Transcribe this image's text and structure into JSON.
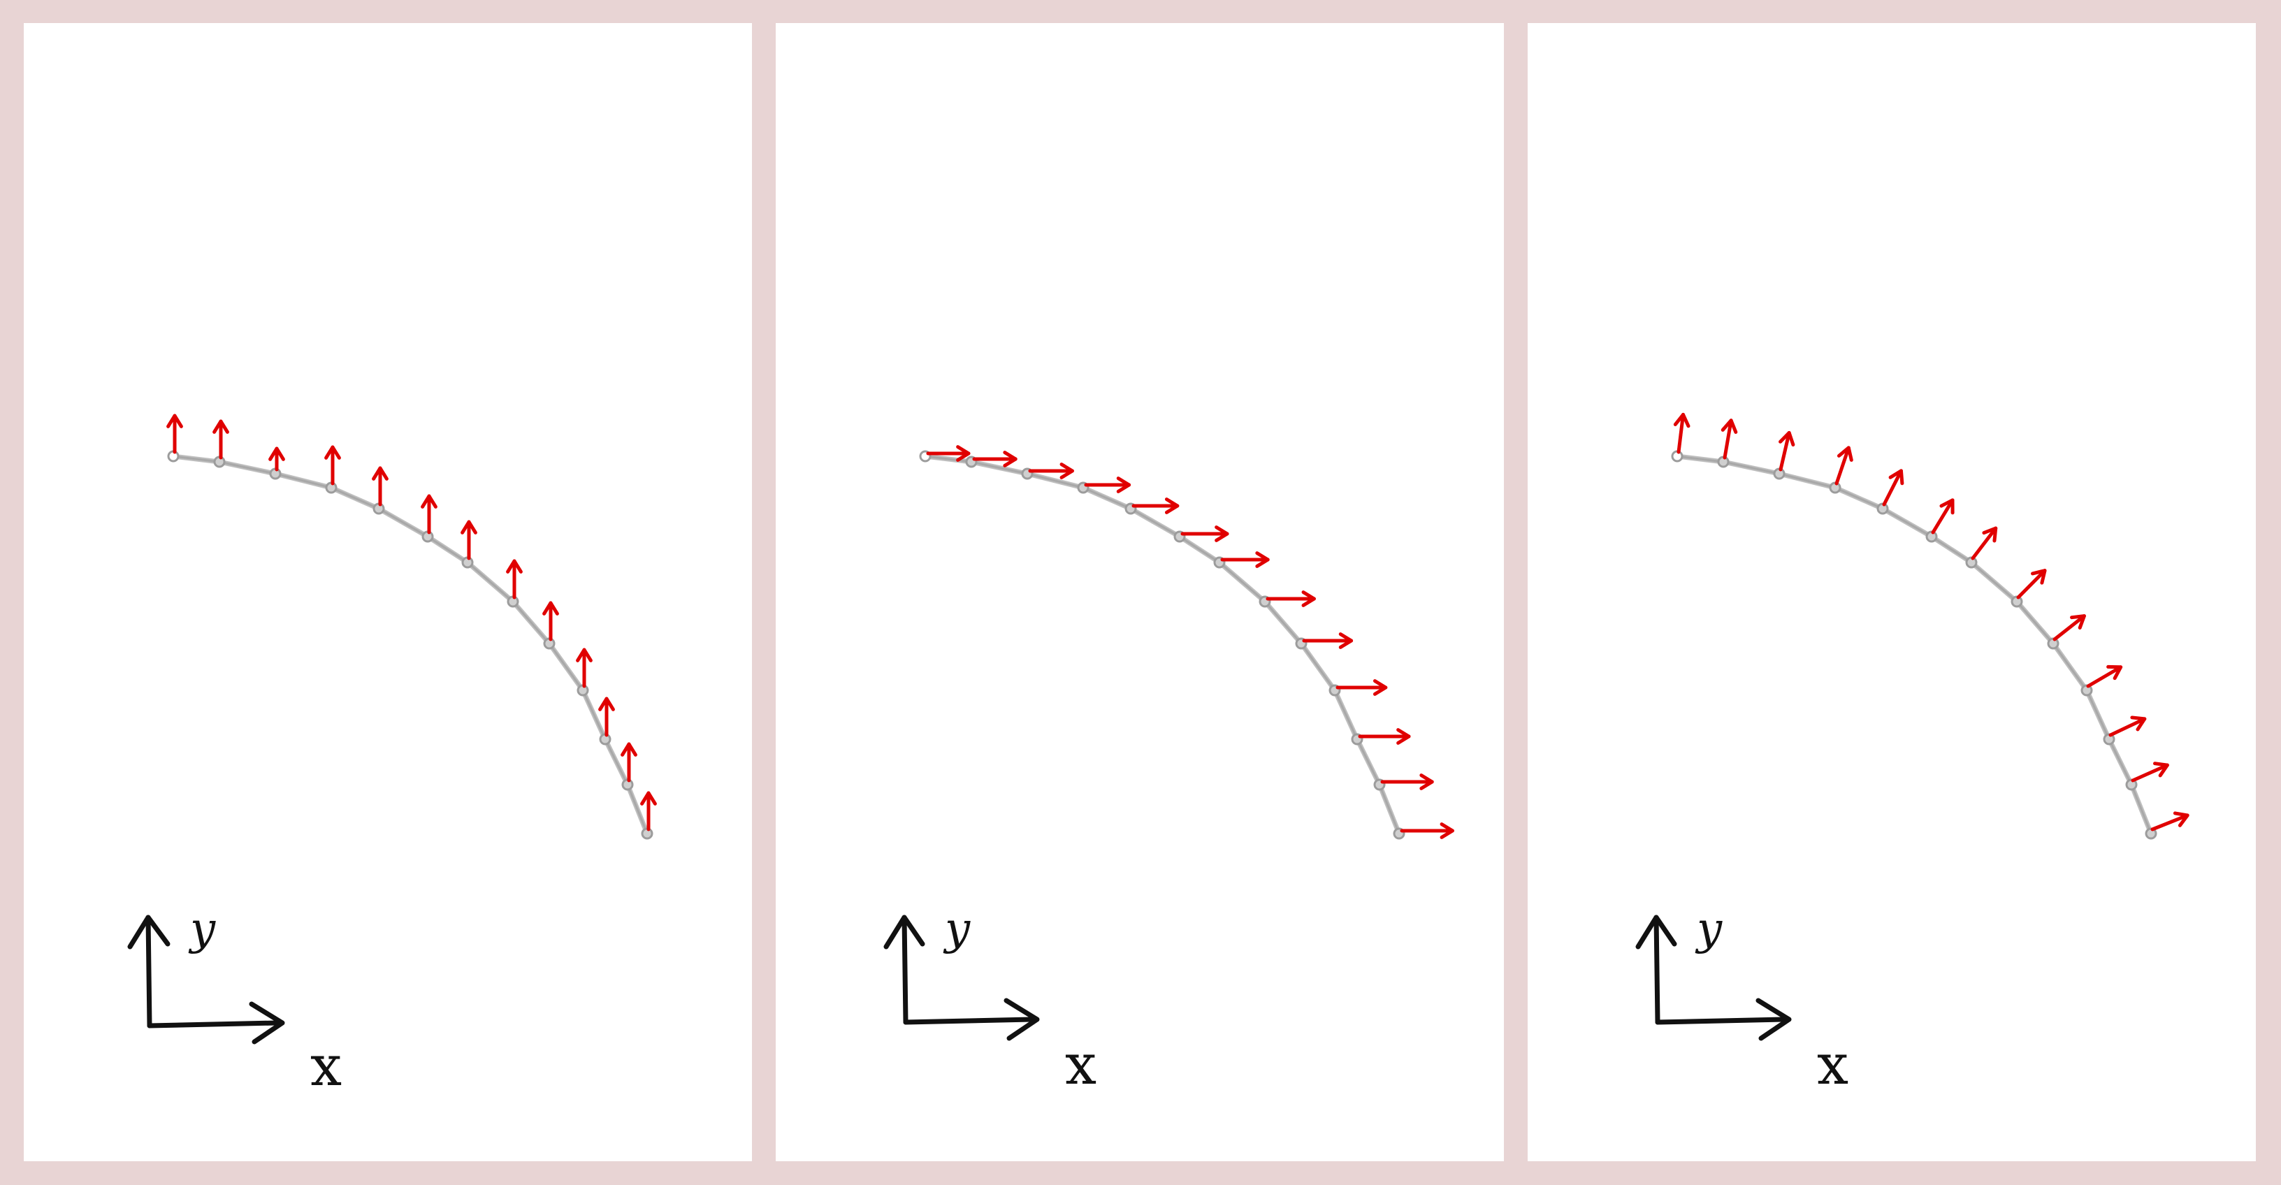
{
  "figure": {
    "background_color": "#e8d4d4",
    "panel_color": "#ffffff",
    "curve_color": "#a8a8a8",
    "node_color": "#9c9c9c",
    "arrow_color": "#e00000",
    "axis_color": "#111111"
  },
  "panels": [
    {
      "id": "left",
      "arrow_mode": "vertical",
      "axes": {
        "x_label": "x",
        "y_label": "y"
      }
    },
    {
      "id": "middle",
      "arrow_mode": "horizontal",
      "axes": {
        "x_label": "x",
        "y_label": "y"
      }
    },
    {
      "id": "right",
      "arrow_mode": "normal",
      "axes": {
        "x_label": "x",
        "y_label": "y"
      }
    }
  ]
}
